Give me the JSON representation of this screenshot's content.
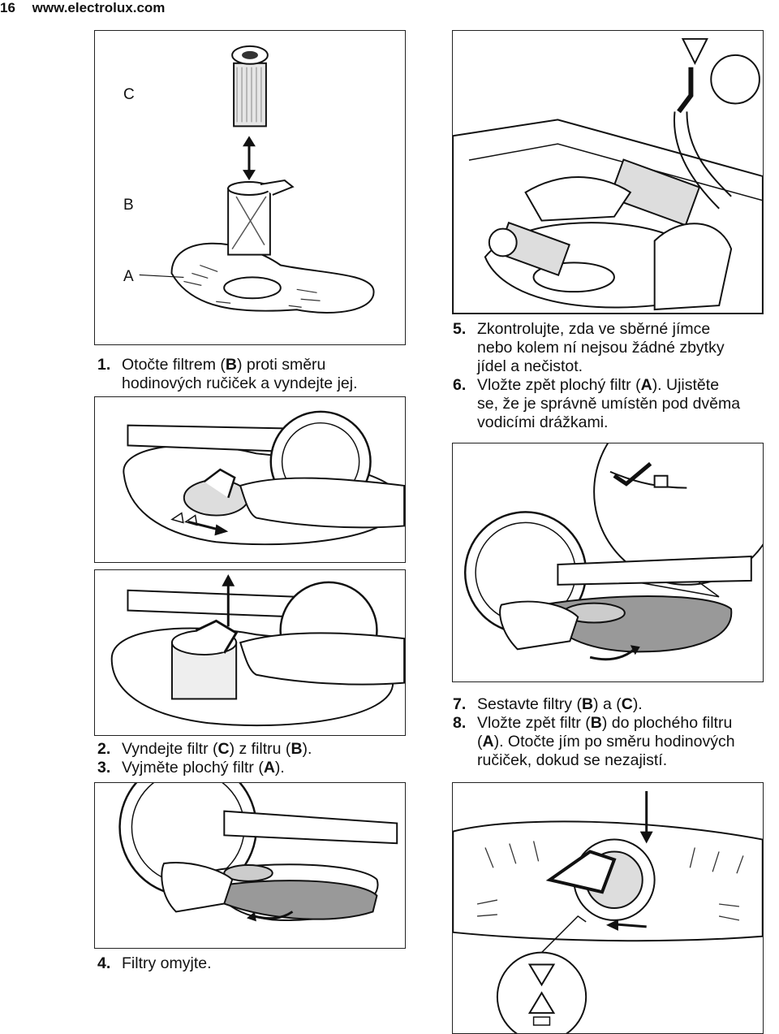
{
  "header": {
    "page_number": "16",
    "site": "www.electrolux.com"
  },
  "figure1": {
    "label_c": "C",
    "label_b": "B",
    "label_a": "A"
  },
  "steps": {
    "s1": {
      "num": "1.",
      "line1": "Otočte filtrem (",
      "b": "B",
      "line1b": ") proti směru",
      "line2": "hodinových ručiček a vyndejte jej."
    },
    "s2": {
      "num": "2.",
      "t1": "Vyndejte filtr (",
      "b1": "C",
      "t2": ") z filtru (",
      "b2": "B",
      "t3": ")."
    },
    "s3": {
      "num": "3.",
      "t1": "Vyjměte plochý filtr (",
      "b1": "A",
      "t2": ")."
    },
    "s4": {
      "num": "4.",
      "t1": "Filtry omyjte."
    },
    "s5": {
      "num": "5.",
      "line1": "Zkontrolujte, zda ve sběrné jímce",
      "line2": "nebo kolem ní nejsou žádné zbytky",
      "line3": "jídel a nečistot."
    },
    "s6": {
      "num": "6.",
      "t1": "Vložte zpět plochý filtr (",
      "b1": "A",
      "t2": "). Ujistěte",
      "line2": "se, že je správně umístěn pod dvěma",
      "line3": "vodicími drážkami."
    },
    "s7": {
      "num": "7.",
      "t1": "Sestavte filtry (",
      "b1": "B",
      "t2": ") a (",
      "b2": "C",
      "t3": ")."
    },
    "s8": {
      "num": "8.",
      "t1": "Vložte zpět filtr (",
      "b1": "B",
      "t2": ") do plochého filtru",
      "l2a": "(",
      "b2": "A",
      "l2b": "). Otočte jím po směru hodinových",
      "line3": "ručiček, dokud se nezajistí."
    }
  }
}
